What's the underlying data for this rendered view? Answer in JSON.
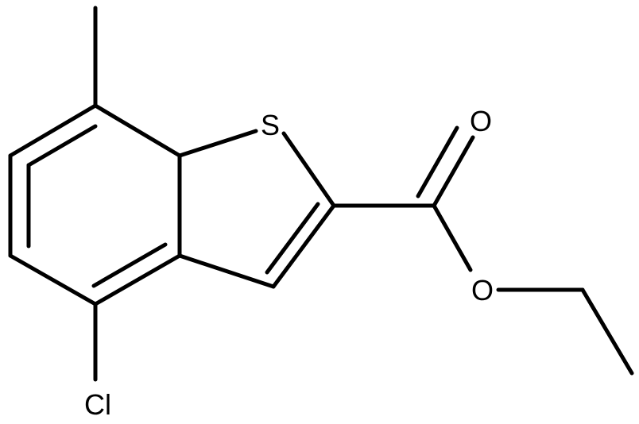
{
  "molecule": {
    "atoms": {
      "sulfur": "S",
      "carbonyl_oxygen": "O",
      "ester_oxygen": "O",
      "chlorine": "Cl"
    },
    "colors": {
      "bond": "#000000",
      "label": "#000000",
      "background": "#ffffff"
    }
  }
}
